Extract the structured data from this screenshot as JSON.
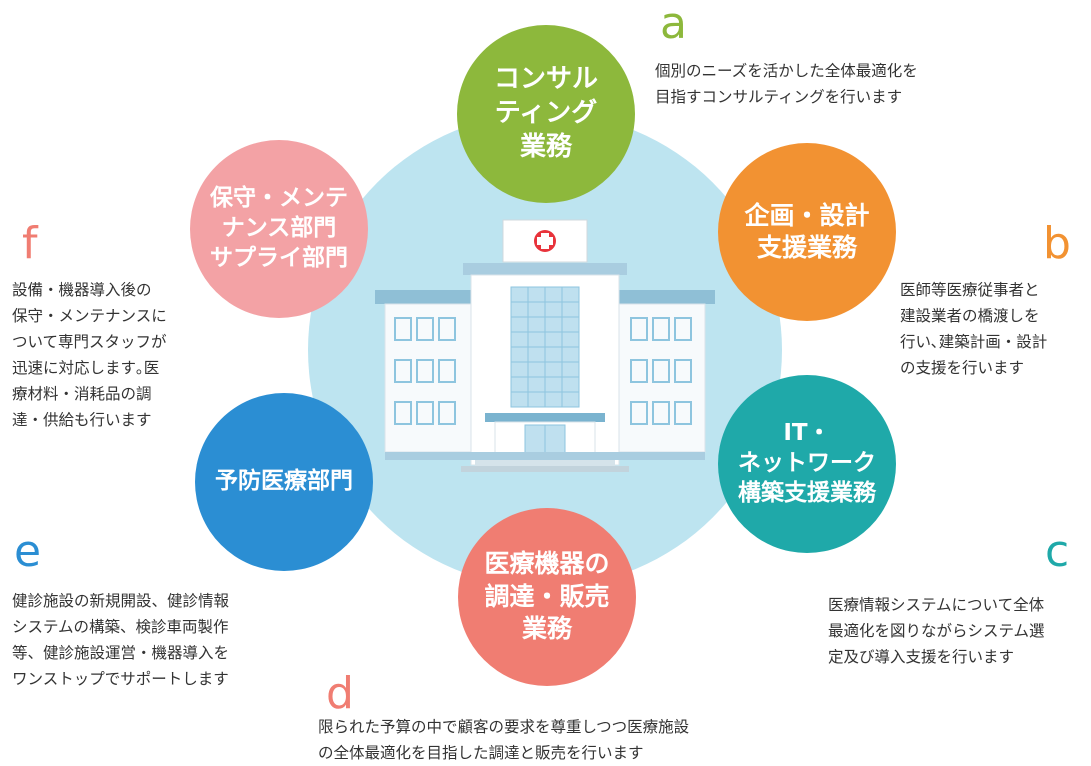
{
  "colors": {
    "background_circle": "#bde4f0",
    "a": "#8db83c",
    "b": "#f29232",
    "c": "#1fa9a9",
    "d": "#f07d72",
    "e": "#2b8ed3",
    "f": "#f3a2a5"
  },
  "services": {
    "a": {
      "letter": "a",
      "title": "コンサル\nティング\n業務",
      "desc": "個別のニーズを活かした全体最適化を\n目指すコンサルティングを行います"
    },
    "b": {
      "letter": "b",
      "title": "企画・設計\n支援業務",
      "desc": "医師等医療従事者と\n建設業者の橋渡しを\n行い､建築計画・設計\nの支援を行います"
    },
    "c": {
      "letter": "c",
      "title": "IT・\nネットワーク\n構築支援業務",
      "desc": "医療情報システムについて全体\n最適化を図りながらシステム選\n定及び導入支援を行います"
    },
    "d": {
      "letter": "d",
      "title": "医療機器の\n調達・販売\n業務",
      "desc": "限られた予算の中で顧客の要求を尊重しつつ医療施設\nの全体最適化を目指した調達と販売を行います"
    },
    "e": {
      "letter": "e",
      "title": "予防医療部門",
      "desc": "健診施設の新規開設、健診情報\nシステムの構築、検診車両製作\n等、健診施設運営・機器導入を\nワンストップでサポートします"
    },
    "f": {
      "letter": "f",
      "title": "保守・メンテ\nナンス部門\nサプライ部門",
      "desc": "設備・機器導入後の\n保守・メンテナンスに\nついて専門スタッフが\n迅速に対応します｡医\n療材料・消耗品の調\n達・供給も行います"
    }
  },
  "center": {
    "icon": "hospital-icon"
  }
}
